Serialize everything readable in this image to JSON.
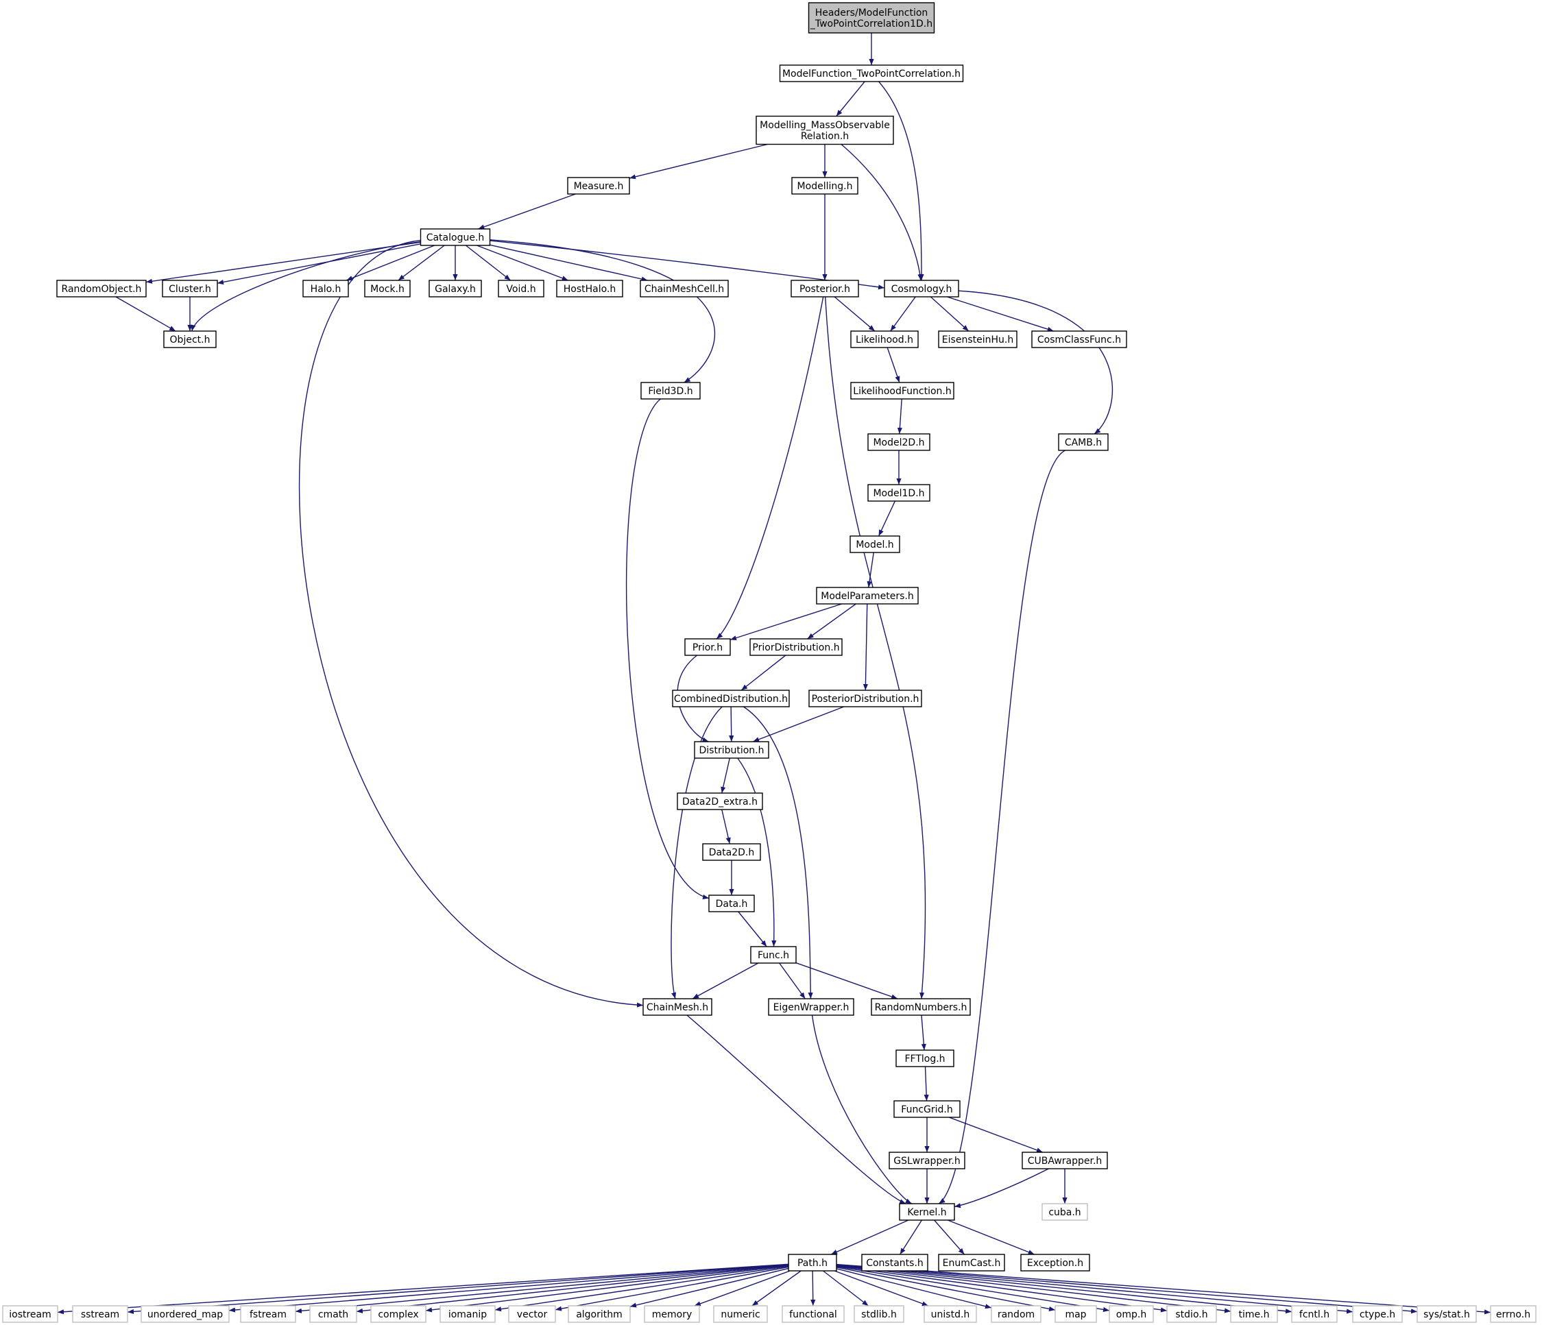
{
  "graph": {
    "nodes": [
      {
        "id": "root",
        "label": [
          "Headers/ModelFunction",
          "_TwoPointCorrelation1D.h"
        ],
        "style": "root"
      },
      {
        "id": "mftpc",
        "label": [
          "ModelFunction_TwoPointCorrelation.h"
        ]
      },
      {
        "id": "mmor",
        "label": [
          "Modelling_MassObservable",
          "Relation.h"
        ]
      },
      {
        "id": "measure",
        "label": [
          "Measure.h"
        ]
      },
      {
        "id": "modelling",
        "label": [
          "Modelling.h"
        ]
      },
      {
        "id": "catalogue",
        "label": [
          "Catalogue.h"
        ]
      },
      {
        "id": "randomobject",
        "label": [
          "RandomObject.h"
        ]
      },
      {
        "id": "cluster",
        "label": [
          "Cluster.h"
        ]
      },
      {
        "id": "halo",
        "label": [
          "Halo.h"
        ]
      },
      {
        "id": "mock",
        "label": [
          "Mock.h"
        ]
      },
      {
        "id": "galaxy",
        "label": [
          "Galaxy.h"
        ]
      },
      {
        "id": "void",
        "label": [
          "Void.h"
        ]
      },
      {
        "id": "hosthalo",
        "label": [
          "HostHalo.h"
        ]
      },
      {
        "id": "chainmeshcell",
        "label": [
          "ChainMeshCell.h"
        ]
      },
      {
        "id": "posterior",
        "label": [
          "Posterior.h"
        ]
      },
      {
        "id": "cosmology",
        "label": [
          "Cosmology.h"
        ]
      },
      {
        "id": "object",
        "label": [
          "Object.h"
        ]
      },
      {
        "id": "likelihood",
        "label": [
          "Likelihood.h"
        ]
      },
      {
        "id": "eisensteinhu",
        "label": [
          "EisensteinHu.h"
        ]
      },
      {
        "id": "cosmclassfunc",
        "label": [
          "CosmClassFunc.h"
        ]
      },
      {
        "id": "field3d",
        "label": [
          "Field3D.h"
        ]
      },
      {
        "id": "likelihoodfunction",
        "label": [
          "LikelihoodFunction.h"
        ]
      },
      {
        "id": "model2d",
        "label": [
          "Model2D.h"
        ]
      },
      {
        "id": "camb",
        "label": [
          "CAMB.h"
        ]
      },
      {
        "id": "model1d",
        "label": [
          "Model1D.h"
        ]
      },
      {
        "id": "model",
        "label": [
          "Model.h"
        ]
      },
      {
        "id": "modelparameters",
        "label": [
          "ModelParameters.h"
        ]
      },
      {
        "id": "prior",
        "label": [
          "Prior.h"
        ]
      },
      {
        "id": "priordistribution",
        "label": [
          "PriorDistribution.h"
        ]
      },
      {
        "id": "combineddistribution",
        "label": [
          "CombinedDistribution.h"
        ]
      },
      {
        "id": "posteriordistribution",
        "label": [
          "PosteriorDistribution.h"
        ]
      },
      {
        "id": "distribution",
        "label": [
          "Distribution.h"
        ]
      },
      {
        "id": "data2dextra",
        "label": [
          "Data2D_extra.h"
        ]
      },
      {
        "id": "data2d",
        "label": [
          "Data2D.h"
        ]
      },
      {
        "id": "data",
        "label": [
          "Data.h"
        ]
      },
      {
        "id": "func",
        "label": [
          "Func.h"
        ]
      },
      {
        "id": "chainmesh",
        "label": [
          "ChainMesh.h"
        ]
      },
      {
        "id": "eigenwrapper",
        "label": [
          "EigenWrapper.h"
        ]
      },
      {
        "id": "randomnumbers",
        "label": [
          "RandomNumbers.h"
        ]
      },
      {
        "id": "fftlog",
        "label": [
          "FFTlog.h"
        ]
      },
      {
        "id": "funcgrid",
        "label": [
          "FuncGrid.h"
        ]
      },
      {
        "id": "gslwrapper",
        "label": [
          "GSLwrapper.h"
        ]
      },
      {
        "id": "cubawrapper",
        "label": [
          "CUBAwrapper.h"
        ]
      },
      {
        "id": "kernel",
        "label": [
          "Kernel.h"
        ]
      },
      {
        "id": "cuba",
        "label": [
          "cuba.h"
        ],
        "style": "ext"
      },
      {
        "id": "path",
        "label": [
          "Path.h"
        ]
      },
      {
        "id": "constants",
        "label": [
          "Constants.h"
        ]
      },
      {
        "id": "enumcast",
        "label": [
          "EnumCast.h"
        ]
      },
      {
        "id": "exception",
        "label": [
          "Exception.h"
        ]
      },
      {
        "id": "iostream",
        "label": [
          "iostream"
        ],
        "style": "ext"
      },
      {
        "id": "sstream",
        "label": [
          "sstream"
        ],
        "style": "ext"
      },
      {
        "id": "unordered_map",
        "label": [
          "unordered_map"
        ],
        "style": "ext"
      },
      {
        "id": "fstream",
        "label": [
          "fstream"
        ],
        "style": "ext"
      },
      {
        "id": "cmath",
        "label": [
          "cmath"
        ],
        "style": "ext"
      },
      {
        "id": "complex",
        "label": [
          "complex"
        ],
        "style": "ext"
      },
      {
        "id": "iomanip",
        "label": [
          "iomanip"
        ],
        "style": "ext"
      },
      {
        "id": "vector",
        "label": [
          "vector"
        ],
        "style": "ext"
      },
      {
        "id": "algorithm",
        "label": [
          "algorithm"
        ],
        "style": "ext"
      },
      {
        "id": "memory",
        "label": [
          "memory"
        ],
        "style": "ext"
      },
      {
        "id": "numeric",
        "label": [
          "numeric"
        ],
        "style": "ext"
      },
      {
        "id": "functional",
        "label": [
          "functional"
        ],
        "style": "ext"
      },
      {
        "id": "stdlib",
        "label": [
          "stdlib.h"
        ],
        "style": "ext"
      },
      {
        "id": "unistd",
        "label": [
          "unistd.h"
        ],
        "style": "ext"
      },
      {
        "id": "random",
        "label": [
          "random"
        ],
        "style": "ext"
      },
      {
        "id": "map",
        "label": [
          "map"
        ],
        "style": "ext"
      },
      {
        "id": "omp",
        "label": [
          "omp.h"
        ],
        "style": "ext"
      },
      {
        "id": "stdio",
        "label": [
          "stdio.h"
        ],
        "style": "ext"
      },
      {
        "id": "time",
        "label": [
          "time.h"
        ],
        "style": "ext"
      },
      {
        "id": "fcntl",
        "label": [
          "fcntl.h"
        ],
        "style": "ext"
      },
      {
        "id": "ctype",
        "label": [
          "ctype.h"
        ],
        "style": "ext"
      },
      {
        "id": "sysstat",
        "label": [
          "sys/stat.h"
        ],
        "style": "ext"
      },
      {
        "id": "errno",
        "label": [
          "errno.h"
        ],
        "style": "ext"
      }
    ],
    "edges": [
      [
        "root",
        "mftpc"
      ],
      [
        "mftpc",
        "mmor"
      ],
      [
        "mftpc",
        "cosmology"
      ],
      [
        "mmor",
        "measure"
      ],
      [
        "mmor",
        "modelling"
      ],
      [
        "mmor",
        "cosmology"
      ],
      [
        "measure",
        "catalogue"
      ],
      [
        "modelling",
        "posterior"
      ],
      [
        "catalogue",
        "randomobject"
      ],
      [
        "catalogue",
        "cluster"
      ],
      [
        "catalogue",
        "object"
      ],
      [
        "catalogue",
        "halo"
      ],
      [
        "catalogue",
        "mock"
      ],
      [
        "catalogue",
        "galaxy"
      ],
      [
        "catalogue",
        "void"
      ],
      [
        "catalogue",
        "hosthalo"
      ],
      [
        "catalogue",
        "chainmeshcell"
      ],
      [
        "catalogue",
        "cosmology"
      ],
      [
        "catalogue",
        "field3d"
      ],
      [
        "catalogue",
        "chainmesh"
      ],
      [
        "randomobject",
        "object"
      ],
      [
        "cluster",
        "object"
      ],
      [
        "posterior",
        "likelihood"
      ],
      [
        "posterior",
        "prior"
      ],
      [
        "posterior",
        "randomnumbers"
      ],
      [
        "cosmology",
        "likelihood"
      ],
      [
        "cosmology",
        "eisensteinhu"
      ],
      [
        "cosmology",
        "cosmclassfunc"
      ],
      [
        "cosmology",
        "camb"
      ],
      [
        "likelihood",
        "likelihoodfunction"
      ],
      [
        "likelihoodfunction",
        "model2d"
      ],
      [
        "model2d",
        "model1d"
      ],
      [
        "model1d",
        "model"
      ],
      [
        "model",
        "modelparameters"
      ],
      [
        "modelparameters",
        "prior"
      ],
      [
        "modelparameters",
        "priordistribution"
      ],
      [
        "modelparameters",
        "posteriordistribution"
      ],
      [
        "priordistribution",
        "combineddistribution"
      ],
      [
        "prior",
        "distribution"
      ],
      [
        "combineddistribution",
        "distribution"
      ],
      [
        "combineddistribution",
        "chainmesh"
      ],
      [
        "combineddistribution",
        "eigenwrapper"
      ],
      [
        "posteriordistribution",
        "distribution"
      ],
      [
        "distribution",
        "data2dextra"
      ],
      [
        "distribution",
        "func"
      ],
      [
        "data2dextra",
        "data2d"
      ],
      [
        "data2d",
        "data"
      ],
      [
        "field3d",
        "data"
      ],
      [
        "data",
        "func"
      ],
      [
        "func",
        "chainmesh"
      ],
      [
        "func",
        "eigenwrapper"
      ],
      [
        "func",
        "randomnumbers"
      ],
      [
        "chainmesh",
        "kernel"
      ],
      [
        "eigenwrapper",
        "kernel"
      ],
      [
        "camb",
        "kernel"
      ],
      [
        "randomnumbers",
        "fftlog"
      ],
      [
        "fftlog",
        "funcgrid"
      ],
      [
        "funcgrid",
        "gslwrapper"
      ],
      [
        "funcgrid",
        "cubawrapper"
      ],
      [
        "gslwrapper",
        "kernel"
      ],
      [
        "cubawrapper",
        "kernel"
      ],
      [
        "cubawrapper",
        "cuba"
      ],
      [
        "kernel",
        "path"
      ],
      [
        "kernel",
        "constants"
      ],
      [
        "kernel",
        "enumcast"
      ],
      [
        "kernel",
        "exception"
      ],
      [
        "path",
        "iostream"
      ],
      [
        "path",
        "sstream"
      ],
      [
        "path",
        "unordered_map"
      ],
      [
        "path",
        "fstream"
      ],
      [
        "path",
        "cmath"
      ],
      [
        "path",
        "complex"
      ],
      [
        "path",
        "iomanip"
      ],
      [
        "path",
        "vector"
      ],
      [
        "path",
        "algorithm"
      ],
      [
        "path",
        "memory"
      ],
      [
        "path",
        "numeric"
      ],
      [
        "path",
        "functional"
      ],
      [
        "path",
        "stdlib"
      ],
      [
        "path",
        "unistd"
      ],
      [
        "path",
        "random"
      ],
      [
        "path",
        "map"
      ],
      [
        "path",
        "omp"
      ],
      [
        "path",
        "stdio"
      ],
      [
        "path",
        "time"
      ],
      [
        "path",
        "fcntl"
      ],
      [
        "path",
        "ctype"
      ],
      [
        "path",
        "sysstat"
      ],
      [
        "path",
        "errno"
      ]
    ],
    "colors": {
      "edge": "#191970",
      "root_fill": "#bfbfbf",
      "external_border": "#bfbfbf",
      "node_border": "#000000"
    }
  }
}
